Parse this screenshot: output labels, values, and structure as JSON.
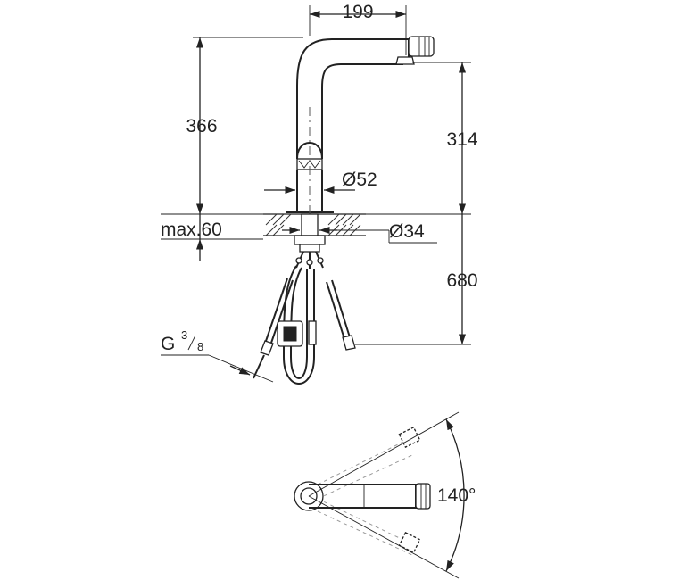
{
  "dimensions": {
    "spout_reach": "199",
    "total_height": "366",
    "spout_height": "314",
    "body_diameter": "Ø52",
    "max_deck_thickness": "max.60",
    "hole_diameter": "Ø34",
    "hose_length": "680",
    "connection_main": "G",
    "connection_num": "3",
    "connection_den": "8",
    "swivel_angle": "140°"
  }
}
